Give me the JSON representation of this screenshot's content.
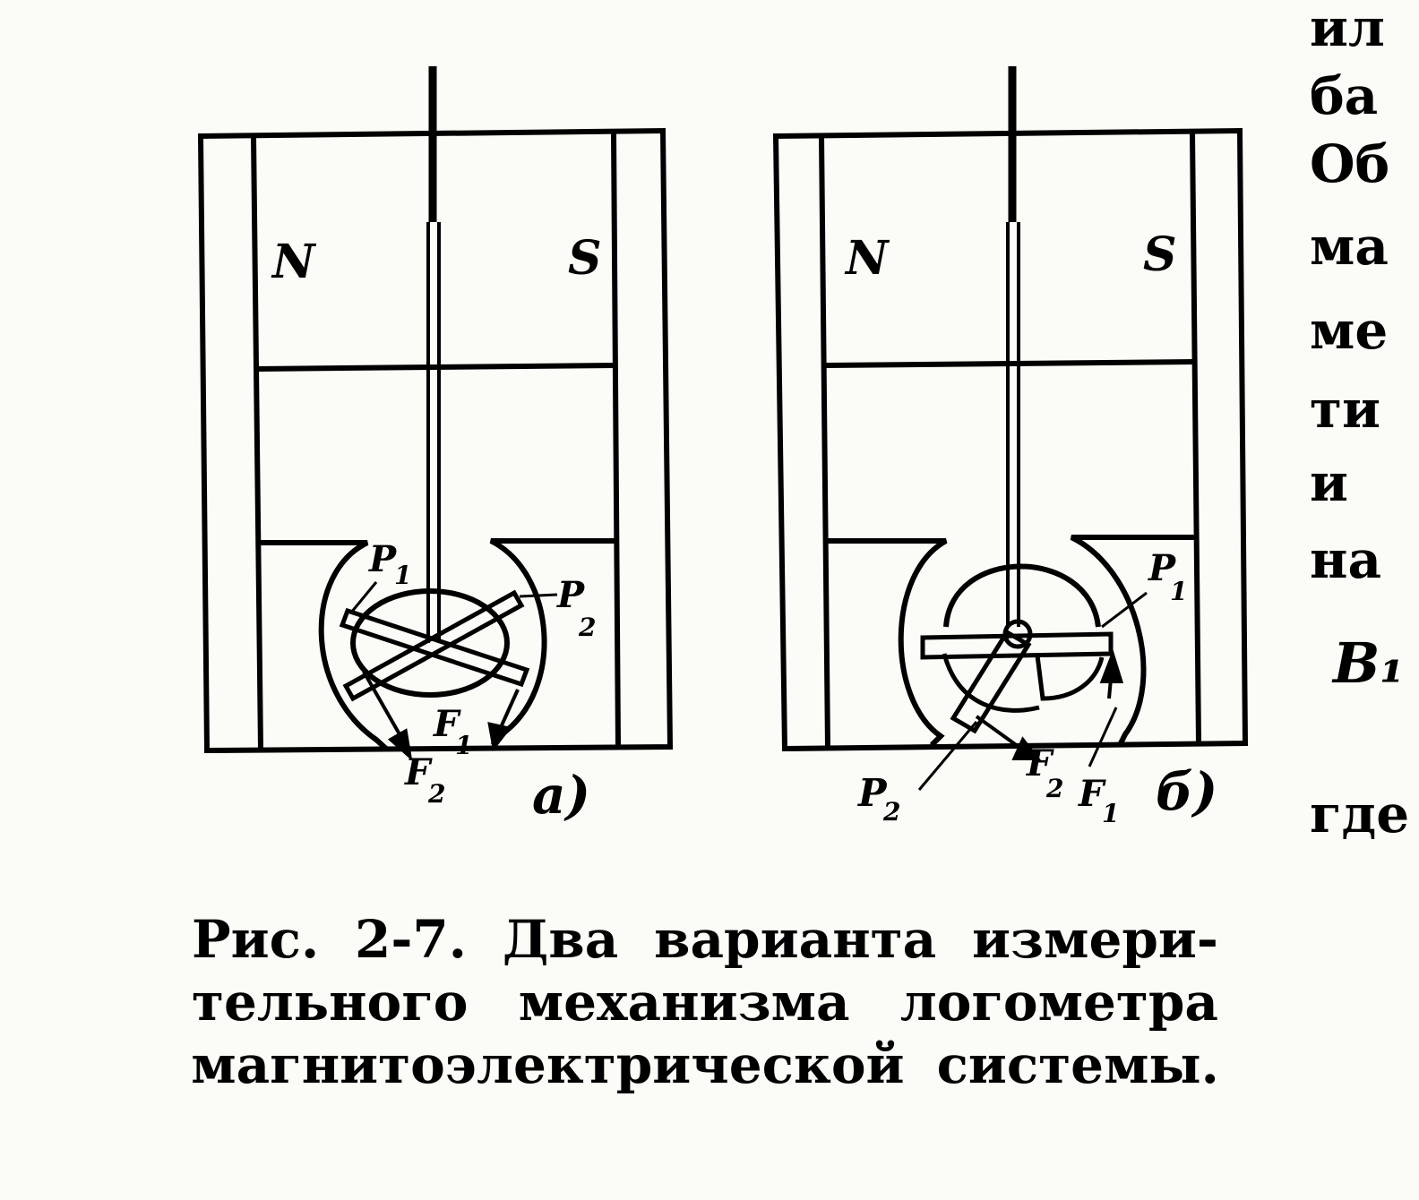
{
  "figure": {
    "variant_a": {
      "pole_left": "N",
      "pole_right": "S",
      "labels": {
        "p1": "P",
        "p1_sub": "1",
        "p2": "P",
        "p2_sub": "2",
        "f1": "F",
        "f1_sub": "1",
        "f2": "F",
        "f2_sub": "2"
      },
      "tag": "a)"
    },
    "variant_b": {
      "pole_left": "N",
      "pole_right": "S",
      "labels": {
        "p1": "P",
        "p1_sub": "1",
        "p2": "P",
        "p2_sub": "2",
        "f1": "F",
        "f1_sub": "1",
        "f2": "F",
        "f2_sub": "2"
      },
      "tag": "б)"
    }
  },
  "side_text": [
    "ил",
    "ба",
    "Об",
    "ма",
    "ме",
    "ти",
    "и",
    "на",
    "B₁",
    "где"
  ],
  "caption": {
    "line1": [
      "Рис.",
      "2-7.",
      "Два",
      "варианта",
      "измери-"
    ],
    "line2": [
      "тельного",
      "механизма",
      "логометра"
    ],
    "line3": [
      "магнитоэлектрической",
      "системы."
    ]
  }
}
